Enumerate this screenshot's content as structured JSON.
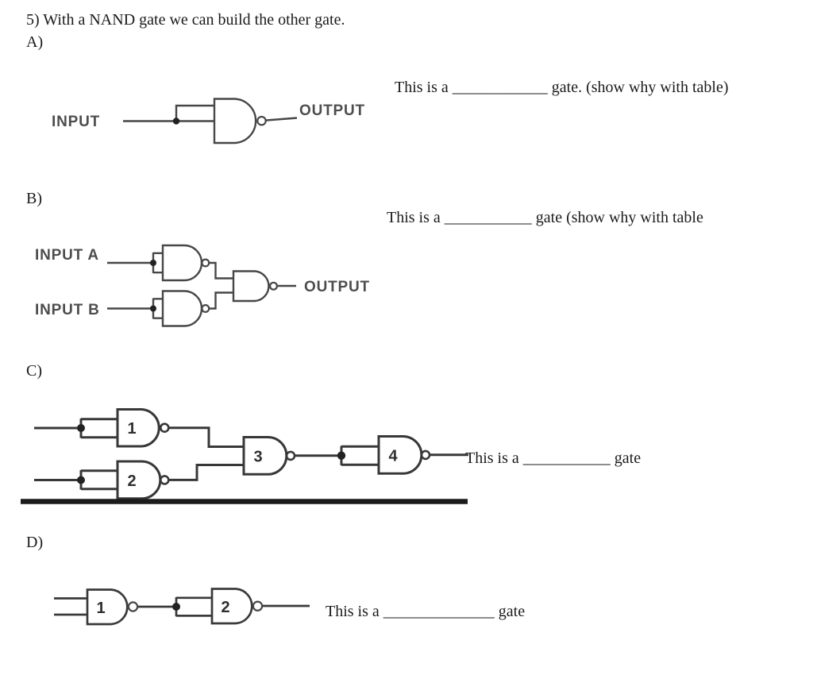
{
  "title": "5) With a NAND gate we can build the other gate.",
  "colors": {
    "page_background": "#ffffff",
    "text": "#1b1b1b",
    "circuit_line": "#474747",
    "circuit_line_dark": "#383838",
    "circuit_label": "#4d4d4d",
    "bus_bar": "#1c1c1c"
  },
  "sections": {
    "a": {
      "label": "A)",
      "question": "This is a ____________ gate. (show why with table)",
      "input_label": "INPUT",
      "output_label": "OUTPUT"
    },
    "b": {
      "label": "B)",
      "question": "This is a ___________ gate (show why with table",
      "input_a_label": "INPUT A",
      "input_b_label": "INPUT B",
      "output_label": "OUTPUT"
    },
    "c": {
      "label": "C)",
      "question": "This is a ___________ gate",
      "gate_labels": [
        "1",
        "2",
        "3",
        "4"
      ]
    },
    "d": {
      "label": "D)",
      "question": "This is a ______________ gate",
      "gate_labels": [
        "1",
        "2"
      ]
    }
  }
}
